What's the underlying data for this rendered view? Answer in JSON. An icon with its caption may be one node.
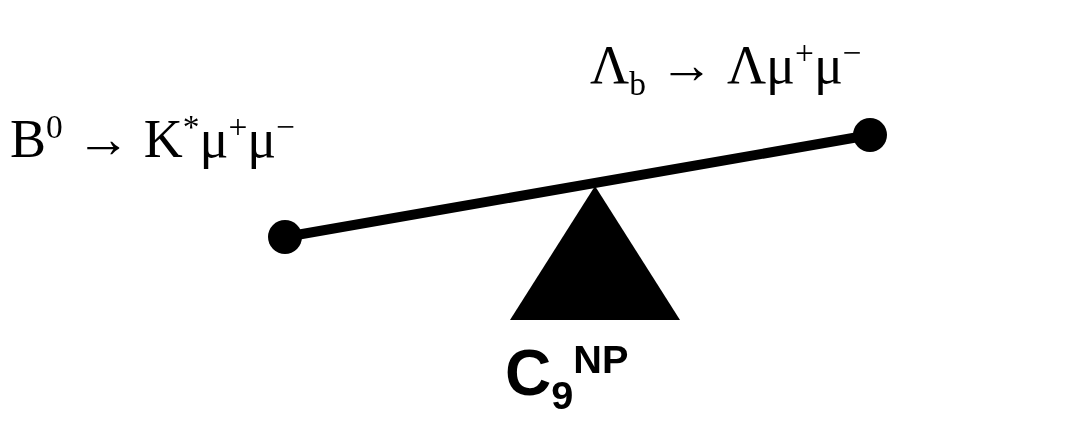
{
  "diagram": {
    "labels": [
      "B$^{0}$ → K$^{*}$μ$^{+}$μ$^{−}$",
      "Λ$_{b}$ → Λμ$^{+}$μ$^{−}$",
      "C$_{9}$$^{NP}$"
    ]
  }
}
